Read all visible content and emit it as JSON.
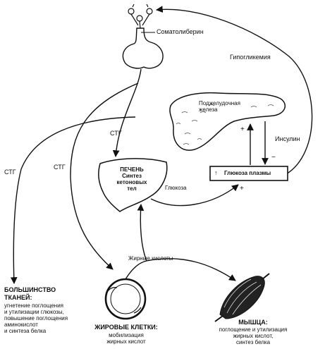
{
  "labels": {
    "somatoliberin": "Соматолиберин",
    "hypoglycemia": "Гипогликемия",
    "pancreas": "Поджелудочная\nжелеза",
    "insulin": "Инсулин",
    "plasma_glucose": "Глюкоза плазмы",
    "stg_center": "СТГ",
    "stg_mid": "СТГ",
    "stg_left": "СТГ",
    "liver": "ПЕЧЕНЬ\nСинтез\nкетоновых\nтел",
    "glucose": "Глюкоза",
    "fatty_acids": "Жирные кислоты",
    "most_tissues_title": "БОЛЬШИНСТВО\nТКАНЕЙ:",
    "most_tissues_body": "угнетение поглощения\nи утилизации глюкозы,\nповышение поглощения\nаминокислот\nи синтеза белка",
    "fat_cells_title": "ЖИРОВЫЕ КЛЕТКИ:",
    "fat_cells_body": "мобилизация\nжирных кислот",
    "muscle_title": "МЫШЦА:",
    "muscle_body": "поглощение и утилизация\nжирных кислот,\nсинтез белка"
  },
  "signs": {
    "plus_pancreas": "+",
    "minus_insulin": "−",
    "plus_glucose": "+",
    "up_arrow": "↑"
  }
}
